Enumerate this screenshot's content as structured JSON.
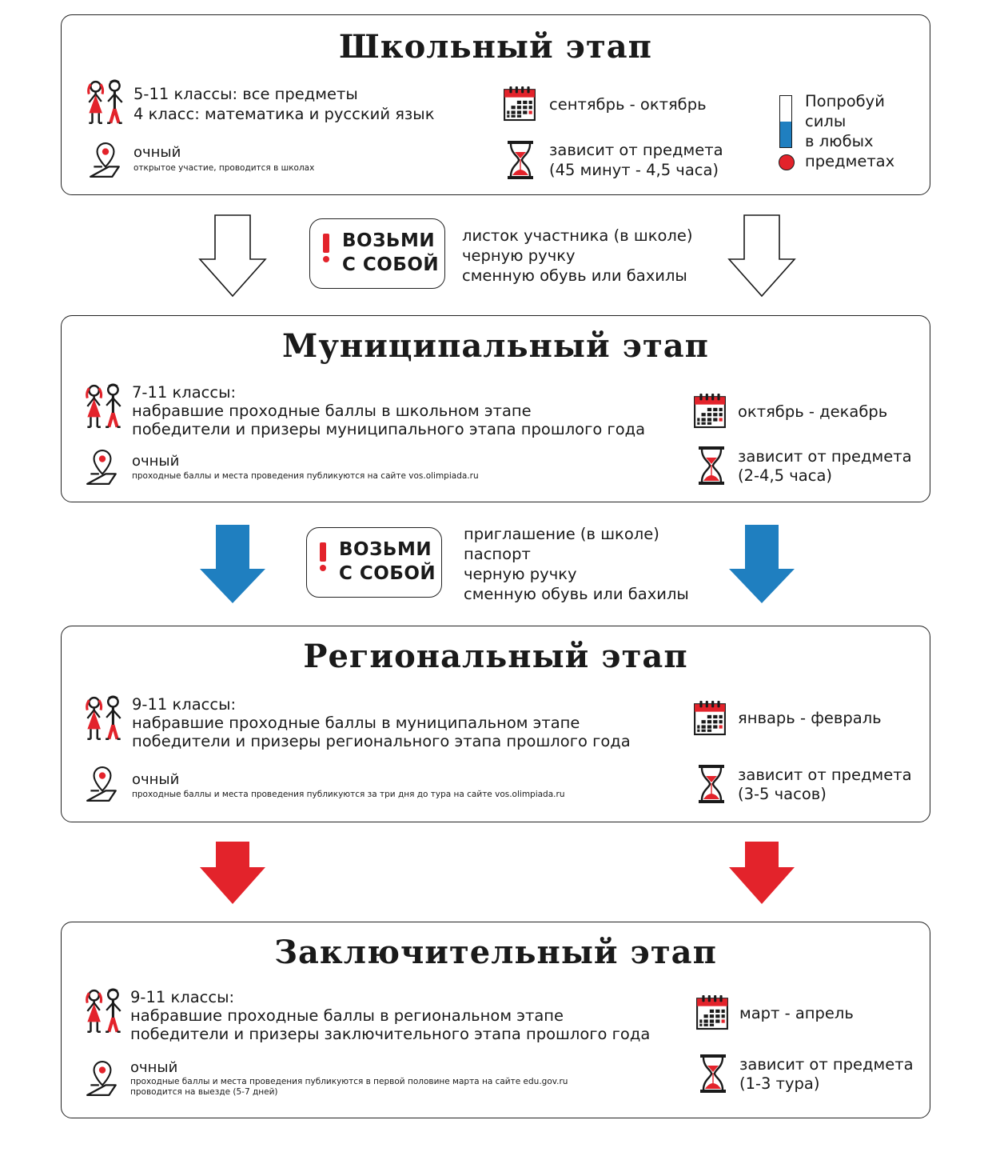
{
  "stages": [
    {
      "title": "Школьный этап",
      "participants": [
        "5-11 классы: все предметы",
        "4 класс: математика и русский язык"
      ],
      "format": "очный",
      "format_note": "открытое участие, проводится в школах",
      "dates": "сентябрь - октябрь",
      "duration": [
        "зависит от предмета",
        "(45 минут - 4,5 часа)"
      ],
      "tip": [
        "Попробуй",
        "силы",
        "в любых",
        "предметах"
      ]
    },
    {
      "title": "Муниципальный этап",
      "participants": [
        "7-11 классы:",
        "набравшие проходные баллы в школьном этапе",
        "победители и призеры муниципального этапа прошлого года"
      ],
      "format": "очный",
      "format_note": "проходные баллы и места проведения публикуются на сайте vos.olimpiada.ru",
      "dates": "октябрь - декабрь",
      "duration": [
        "зависит от предмета",
        "(2-4,5 часа)"
      ]
    },
    {
      "title": "Региональный этап",
      "participants": [
        "9-11 классы:",
        "набравшие проходные баллы в муниципальном этапе",
        "победители и призеры регионального этапа прошлого года"
      ],
      "format": "очный",
      "format_note": "проходные баллы и места проведения публикуются за три дня до тура на сайте vos.olimpiada.ru",
      "dates": "январь - февраль",
      "duration": [
        "зависит от предмета",
        "(3-5 часов)"
      ]
    },
    {
      "title": "Заключительный этап",
      "participants": [
        "9-11 классы:",
        "набравшие проходные баллы в региональном этапе",
        "победители и призеры заключительного этапа прошлого года"
      ],
      "format": "очный",
      "format_note": [
        "проходные баллы и места проведения публикуются в первой половине марта на сайте edu.gov.ru",
        "проводится на выезде (5-7 дней)"
      ],
      "dates": "март - апрель",
      "duration": [
        "зависит от предмета",
        "(1-3 тура)"
      ]
    }
  ],
  "transitions": [
    {
      "badge": [
        "ВОЗЬМИ",
        "С СОБОЙ"
      ],
      "items": [
        "листок участника (в школе)",
        "черную ручку",
        "сменную обувь или бахилы"
      ],
      "arrow_style": "outline"
    },
    {
      "badge": [
        "ВОЗЬМИ",
        "С СОБОЙ"
      ],
      "items": [
        "приглашение (в школе)",
        "паспорт",
        "черную ручку",
        "сменную обувь или бахилы"
      ],
      "arrow_style": "filled-blue"
    },
    {
      "arrow_style": "filled-red"
    }
  ],
  "colors": {
    "red": "#e3232b",
    "blue": "#1f7fc0",
    "dark": "#1a1a1a"
  },
  "icons": [
    "kids-icon",
    "location-pin-icon",
    "calendar-icon",
    "hourglass-icon",
    "level-indicator-icon",
    "exclamation-icon",
    "arrow-down-icon"
  ]
}
